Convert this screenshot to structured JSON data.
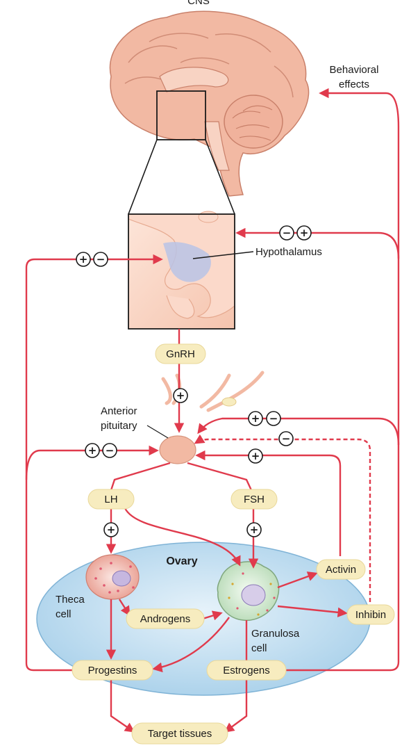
{
  "labels": {
    "cns": "CNS",
    "behavioral_effects_1": "Behavioral",
    "behavioral_effects_2": "effects",
    "hypothalamus": "Hypothalamus",
    "gnrh": "GnRH",
    "anterior_pituitary_1": "Anterior",
    "anterior_pituitary_2": "pituitary",
    "lh": "LH",
    "fsh": "FSH",
    "ovary": "Ovary",
    "theca_cell_1": "Theca",
    "theca_cell_2": "cell",
    "androgens": "Androgens",
    "granulosa_cell_1": "Granulosa",
    "granulosa_cell_2": "cell",
    "activin": "Activin",
    "inhibin": "Inhibin",
    "progestins": "Progestins",
    "estrogens": "Estrogens",
    "target_tissues": "Target tissues"
  },
  "signs": {
    "plus": "+",
    "minus": "−"
  },
  "colors": {
    "arrow": "#e03a4c",
    "pill": "#f7ecbf",
    "ovary": "#bcdcef",
    "brain": "#f2b9a3"
  }
}
